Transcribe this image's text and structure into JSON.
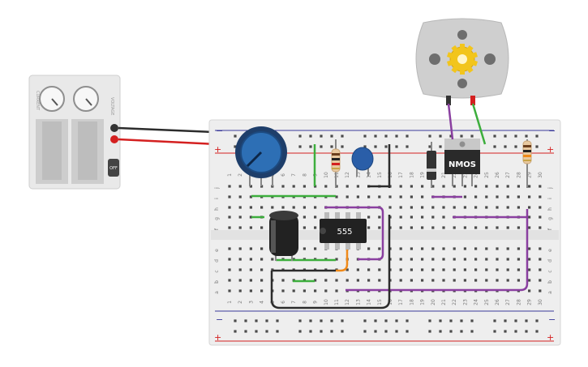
{
  "labels": {
    "ic": "555",
    "transistor": "NMOS",
    "psu_off": "OFF",
    "psu_vlabel": "VOLTAGE",
    "psu_clabel": "CURRENT"
  },
  "rail_signs": {
    "minus": "−",
    "plus": "+"
  },
  "row_letters_top": [
    "j",
    "i",
    "h",
    "g",
    "f"
  ],
  "row_letters_bottom": [
    "e",
    "d",
    "c",
    "b",
    "a"
  ],
  "colors": {
    "wire_black": "#2c2c2c",
    "wire_red": "#d42020",
    "wire_green": "#3dae3d",
    "wire_purple": "#8a3fa0",
    "wire_orange": "#f08a1a",
    "breadboard": "#eeeeee",
    "rail_blue": "#3b3b9a",
    "rail_red": "#d42020",
    "pot_knob": "#2d6fb5",
    "ceramic_cap": "#2a5ea8",
    "electrolytic": "#222222",
    "motor_body": "#cfcfcf",
    "motor_gear": "#f2c51c"
  },
  "columns": 30
}
